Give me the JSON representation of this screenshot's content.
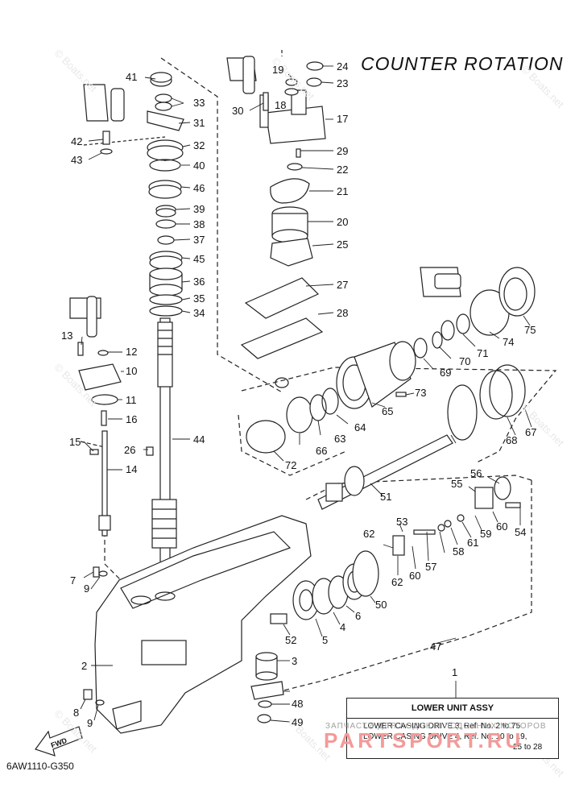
{
  "header": {
    "title": "COUNTER ROTATION",
    "code": "6AW1110-G350"
  },
  "fwd_label": "FWD",
  "info_box": {
    "heading": "LOWER UNIT ASSY",
    "line1": "LOWER CASING DRIVE 3, Ref. No. 2 to 75",
    "line2": "LOWER CASING DRIVE 4, Ref. No. 10 to 19,",
    "line3": "25 to 28"
  },
  "watermarks": {
    "site": "© Boats.net",
    "russian": "ЗАПЧАСТИ ДЛЯ ЛОДОК И ЛОДОЧНЫХ МОТОРОВ",
    "shop": "PARTSPORT.RU"
  },
  "callouts": [
    "1",
    "2",
    "3",
    "4",
    "5",
    "6",
    "7",
    "8",
    "9",
    "10",
    "11",
    "12",
    "13",
    "14",
    "15",
    "16",
    "17",
    "18",
    "19",
    "20",
    "21",
    "22",
    "23",
    "24",
    "25",
    "26",
    "27",
    "28",
    "29",
    "30",
    "31",
    "32",
    "33",
    "34",
    "35",
    "36",
    "37",
    "38",
    "39",
    "40",
    "41",
    "42",
    "43",
    "44",
    "45",
    "46",
    "47",
    "48",
    "49",
    "50",
    "51",
    "52",
    "53",
    "54",
    "55",
    "56",
    "57",
    "58",
    "59",
    "60",
    "61",
    "62",
    "63",
    "64",
    "65",
    "66",
    "67",
    "68",
    "69",
    "70",
    "71",
    "72",
    "73",
    "74",
    "75",
    "7",
    "8",
    "9",
    "9",
    "60",
    "62"
  ],
  "icons": [
    "grease-tube-icon",
    "fwd-arrow-icon"
  ]
}
